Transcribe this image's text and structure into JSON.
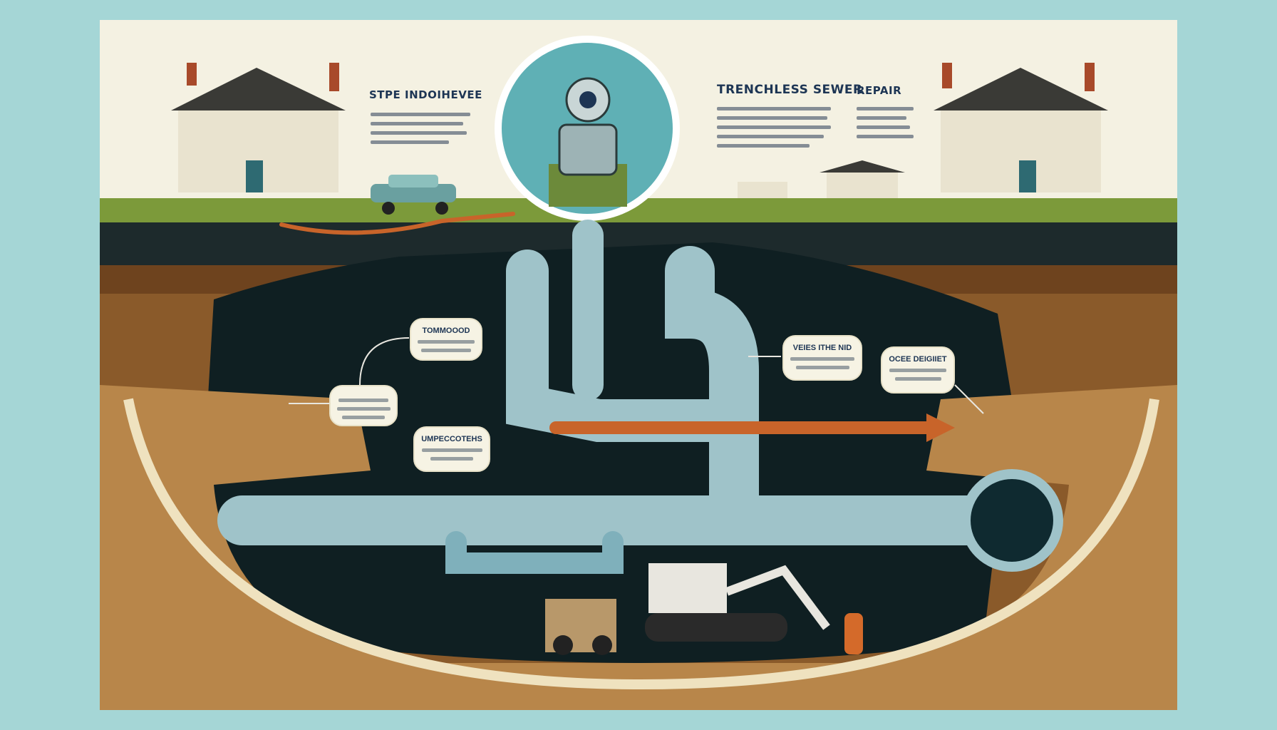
{
  "title": {
    "left_heading": "STPE INDOIHEVEE",
    "center_heading": "TRENCHLESS SEWER",
    "right_heading": "REPAIR"
  },
  "callouts": [
    {
      "title": "TOMMOOOD"
    },
    {
      "title": "UMPECCOTEHS"
    },
    {
      "title": "VEIES ITHE NID"
    },
    {
      "title": "OCEE DEIGIIET"
    }
  ],
  "colors": {
    "frame": "#a5d6d6",
    "sky": "#f4f1e2",
    "grass": "#7c9a3a",
    "soil": "#8a5a2a",
    "cavity": "#0f1f22",
    "pipe": "#9fc3c9",
    "copper": "#c8642a",
    "ink": "#1d3554"
  }
}
